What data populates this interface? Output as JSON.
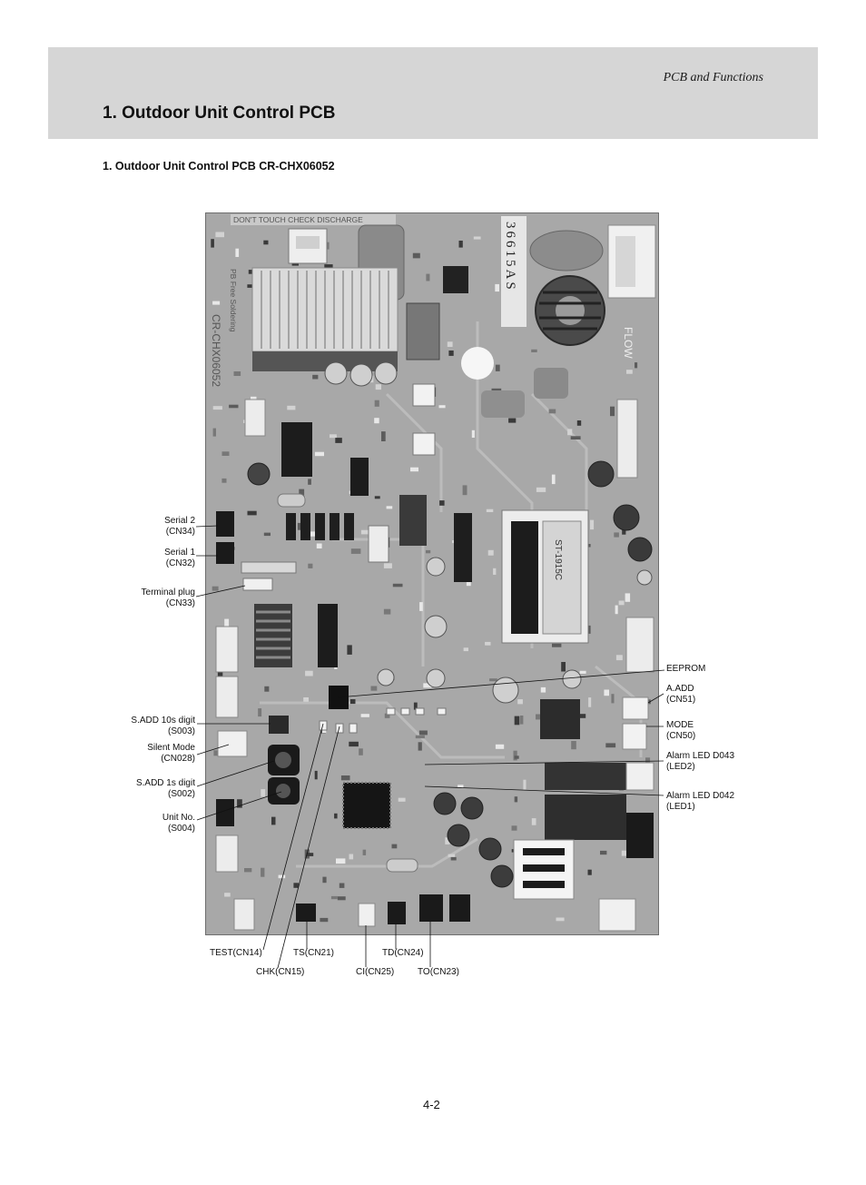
{
  "header": {
    "section": "PCB and Functions",
    "title": "1. Outdoor Unit Control PCB"
  },
  "subtitle": "1. Outdoor Unit Control PCB CR-CHX06052",
  "pcb_silkscreen": {
    "warning": "DON'T TOUCH CHECK DISCHARGE",
    "label_number": "36615AS",
    "flow": "FLOW",
    "board_model": "CR-CHX06052",
    "solder_note": "PB Free Soldering",
    "transformer": "ST-1915C"
  },
  "callouts": {
    "serial2": {
      "name": "Serial 2",
      "code": "(CN34)"
    },
    "serial1": {
      "name": "Serial 1",
      "code": "(CN32)"
    },
    "terminal_plug": {
      "name": "Terminal plug",
      "code": "(CN33)"
    },
    "sadd_10s": {
      "name": "S.ADD 10s digit",
      "code": "(S003)"
    },
    "silent_mode": {
      "name": "Silent Mode",
      "code": "(CN028)"
    },
    "sadd_1s": {
      "name": "S.ADD 1s digit",
      "code": "(S002)"
    },
    "unit_no": {
      "name": "Unit No.",
      "code": "(S004)"
    },
    "eeprom": {
      "name": "EEPROM"
    },
    "a_add": {
      "name": "A.ADD",
      "code": "(CN51)"
    },
    "mode": {
      "name": "MODE",
      "code": "(CN50)"
    },
    "alarm_led_d043": {
      "name": "Alarm LED D043",
      "code": "(LED2)"
    },
    "alarm_led_d042": {
      "name": "Alarm LED D042",
      "code": "(LED1)"
    },
    "test": "TEST(CN14)",
    "ts": "TS(CN21)",
    "td": "TD(CN24)",
    "chk": "CHK(CN15)",
    "ci": "CI(CN25)",
    "to": "TO(CN23)"
  },
  "page_number": "4-2"
}
